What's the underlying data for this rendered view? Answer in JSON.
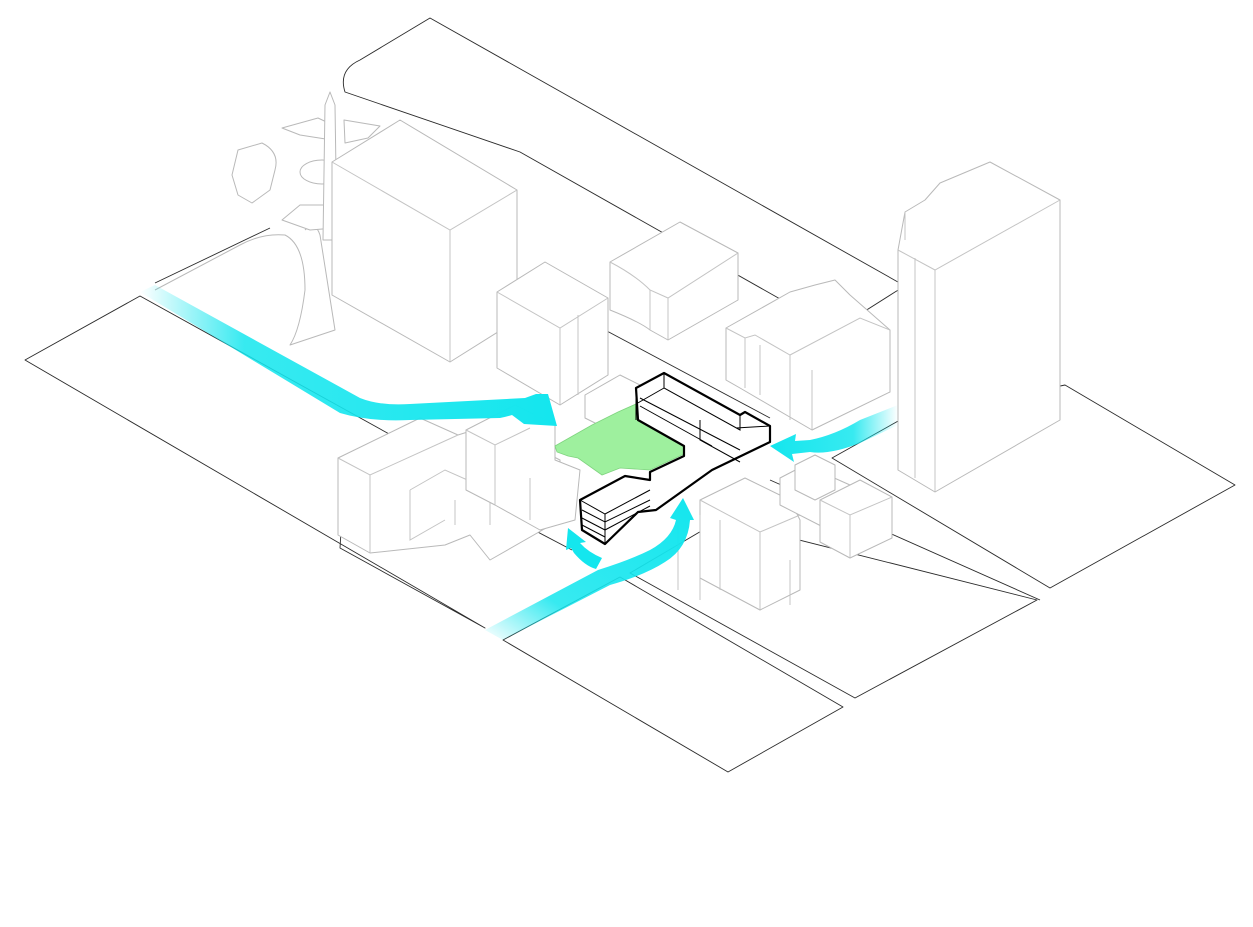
{
  "colors": {
    "background": "#ffffff",
    "context_stroke": "#b9b9b9",
    "block_stroke": "#1a1a1a",
    "site_outline": "#000000",
    "green_space": "#9ef09e",
    "flow_arrow": "#14e6ee"
  },
  "legend_free": true,
  "elements": {
    "site": "site-building",
    "courtyard": "green-courtyard",
    "flows": [
      "flow-arrow-west",
      "flow-arrow-east",
      "flow-arrow-south"
    ]
  }
}
